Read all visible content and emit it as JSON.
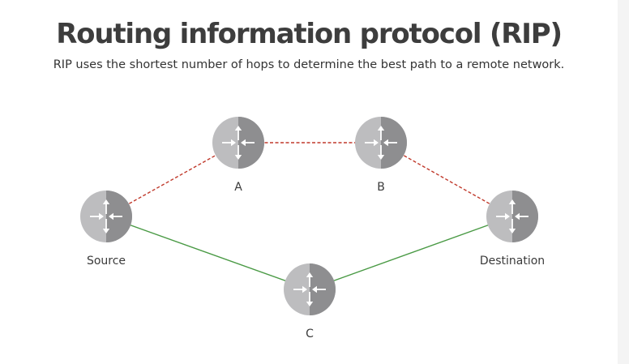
{
  "title": "Routing information protocol (RIP)",
  "subtitle": "RIP uses the shortest number of hops to determine the best path to a remote network.",
  "colors": {
    "router_light": "#bdbdbf",
    "router_dark": "#8e8e90",
    "arrow": "#ffffff",
    "path_rip": "#c0392b",
    "path_other": "#4a9a45"
  },
  "nodes": [
    {
      "id": "source",
      "label": "Source"
    },
    {
      "id": "a",
      "label": "A"
    },
    {
      "id": "b",
      "label": "B"
    },
    {
      "id": "destination",
      "label": "Destination"
    },
    {
      "id": "c",
      "label": "C"
    }
  ],
  "links": [
    {
      "from": "source",
      "to": "a",
      "style": "dashed",
      "color": "#c0392b"
    },
    {
      "from": "a",
      "to": "b",
      "style": "dashed",
      "color": "#c0392b"
    },
    {
      "from": "b",
      "to": "destination",
      "style": "dashed",
      "color": "#c0392b"
    },
    {
      "from": "source",
      "to": "c",
      "style": "solid",
      "color": "#4a9a45"
    },
    {
      "from": "c",
      "to": "destination",
      "style": "solid",
      "color": "#4a9a45"
    }
  ]
}
